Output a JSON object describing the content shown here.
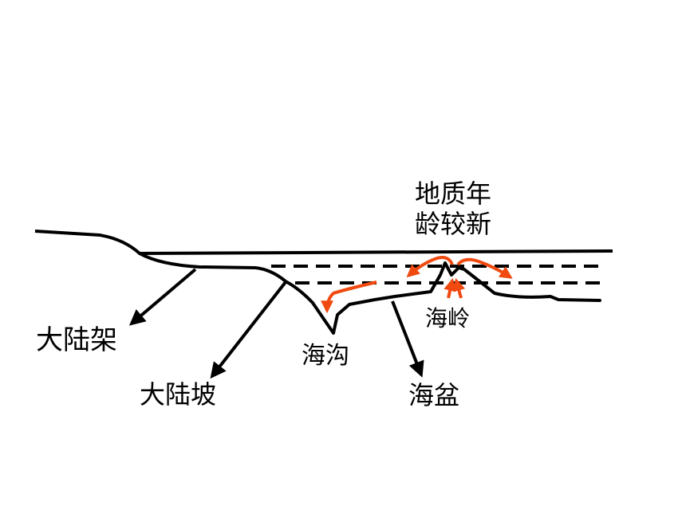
{
  "annotation": {
    "line1": "地质年",
    "line2": "龄较新"
  },
  "labels": {
    "continental_shelf": "大陆架",
    "continental_slope": "大陆坡",
    "trench": "海沟",
    "basin": "海盆",
    "ridge": "海岭"
  },
  "colors": {
    "line": "#000000",
    "arrow": "#f04a10",
    "background": "#ffffff"
  }
}
